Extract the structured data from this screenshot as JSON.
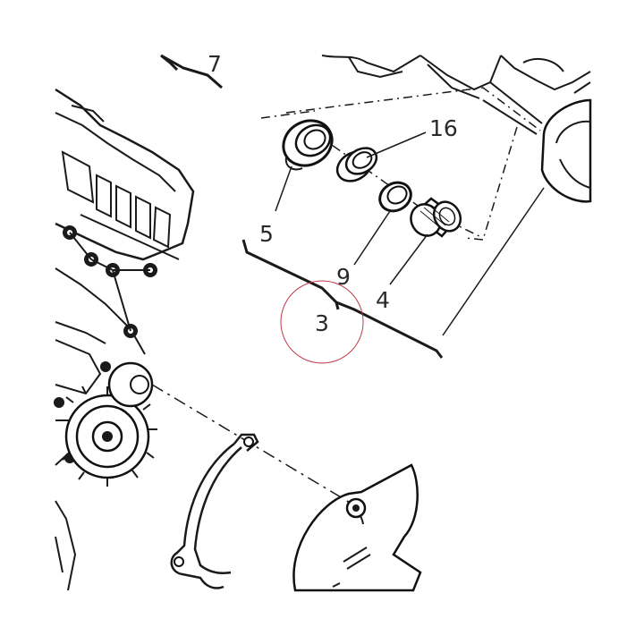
{
  "diagram": {
    "callouts": {
      "ref_7": "7",
      "ref_16": "16",
      "ref_5": "5",
      "ref_9": "9",
      "ref_4": "4",
      "ref_3": "3"
    },
    "highlight_color": "#c0394b",
    "line_color": "#1a1a1a"
  }
}
